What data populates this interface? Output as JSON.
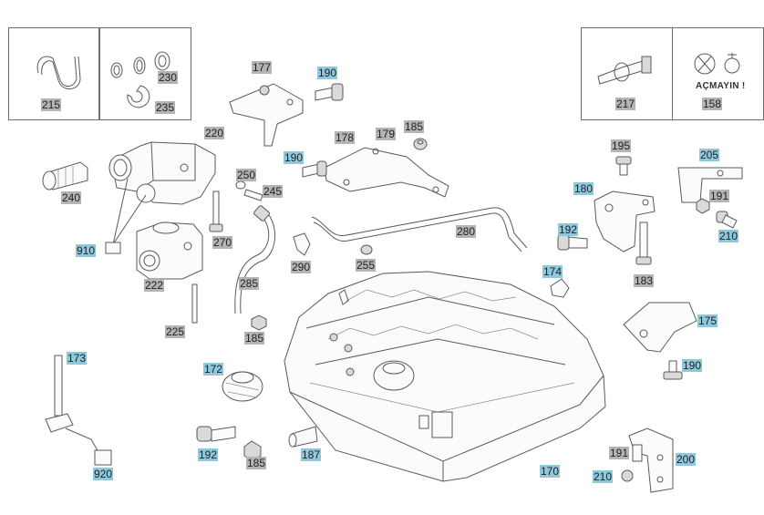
{
  "callouts": [
    {
      "text": "215",
      "kind": "grey"
    },
    {
      "text": "230",
      "kind": "grey"
    },
    {
      "text": "235",
      "kind": "grey"
    },
    {
      "text": "177",
      "kind": "grey"
    },
    {
      "text": "190",
      "kind": "blue"
    },
    {
      "text": "220",
      "kind": "grey"
    },
    {
      "text": "185",
      "kind": "grey"
    },
    {
      "text": "178",
      "kind": "grey"
    },
    {
      "text": "179",
      "kind": "grey"
    },
    {
      "text": "190",
      "kind": "blue"
    },
    {
      "text": "250",
      "kind": "grey"
    },
    {
      "text": "245",
      "kind": "grey"
    },
    {
      "text": "240",
      "kind": "grey"
    },
    {
      "text": "270",
      "kind": "grey"
    },
    {
      "text": "910",
      "kind": "blue"
    },
    {
      "text": "280",
      "kind": "grey"
    },
    {
      "text": "290",
      "kind": "grey"
    },
    {
      "text": "255",
      "kind": "grey"
    },
    {
      "text": "174",
      "kind": "blue"
    },
    {
      "text": "222",
      "kind": "grey"
    },
    {
      "text": "285",
      "kind": "grey"
    },
    {
      "text": "225",
      "kind": "grey"
    },
    {
      "text": "185",
      "kind": "grey"
    },
    {
      "text": "217",
      "kind": "grey"
    },
    {
      "text": "158",
      "kind": "grey"
    },
    {
      "text": "195",
      "kind": "grey"
    },
    {
      "text": "205",
      "kind": "blue"
    },
    {
      "text": "180",
      "kind": "blue"
    },
    {
      "text": "191",
      "kind": "grey"
    },
    {
      "text": "192",
      "kind": "blue"
    },
    {
      "text": "210",
      "kind": "blue"
    },
    {
      "text": "183",
      "kind": "grey"
    },
    {
      "text": "175",
      "kind": "blue"
    },
    {
      "text": "190",
      "kind": "blue"
    },
    {
      "text": "173",
      "kind": "blue"
    },
    {
      "text": "172",
      "kind": "blue"
    },
    {
      "text": "192",
      "kind": "blue"
    },
    {
      "text": "185",
      "kind": "grey"
    },
    {
      "text": "187",
      "kind": "blue"
    },
    {
      "text": "170",
      "kind": "blue"
    },
    {
      "text": "191",
      "kind": "grey"
    },
    {
      "text": "200",
      "kind": "blue"
    },
    {
      "text": "210",
      "kind": "blue"
    },
    {
      "text": "920",
      "kind": "blue"
    }
  ],
  "warning_text": "AÇMAYIN !",
  "colors": {
    "grey_label": "#b4b4b4",
    "blue_label": "#8ec8dc",
    "line": "#5a5a5a"
  }
}
